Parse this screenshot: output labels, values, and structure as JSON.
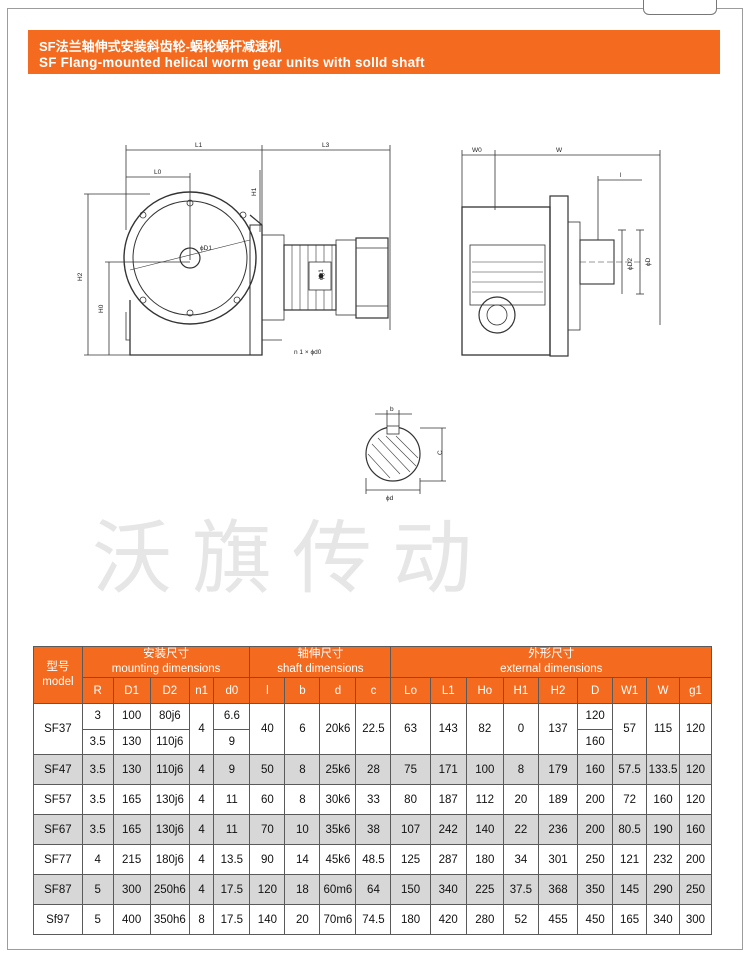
{
  "title": {
    "cn": "SF法兰轴伸式安装斜齿轮-蜗轮蜗杆减速机",
    "en": "SF Flang-mounted helical worm gear units with solld shaft"
  },
  "watermark": "沃旗传动",
  "drawing_labels": {
    "L1": "L1",
    "L3": "L3",
    "L0": "L0",
    "H1": "H1",
    "H2": "H2",
    "H0": "H0",
    "D1": "ϕD1",
    "g1": "ϕg1",
    "n_d0": "n 1 × ϕd0",
    "W0": "W0",
    "W": "W",
    "l": "l",
    "D2": "ϕD2",
    "D": "ϕD",
    "b": "b",
    "C": "C",
    "d": "ϕd"
  },
  "table": {
    "model_header": {
      "cn": "型号",
      "en": "model"
    },
    "groups": [
      {
        "cn": "安装尺寸",
        "en": "mounting dimensions"
      },
      {
        "cn": "轴伸尺寸",
        "en": "shaft dimensions"
      },
      {
        "cn": "外形尺寸",
        "en": "external dimensions"
      }
    ],
    "columns": {
      "R": "R",
      "D1": "D1",
      "D2": "D2",
      "n1": "n1",
      "d0": "d0",
      "l": "l",
      "b": "b",
      "d": "d",
      "c": "c",
      "Lo": "Lo",
      "L1": "L1",
      "Ho": "Ho",
      "H1": "H1",
      "H2": "H2",
      "D": "D",
      "W1": "W1",
      "W": "W",
      "g1": "g1"
    },
    "sf37": {
      "model": "SF37",
      "R": [
        "3",
        "3.5"
      ],
      "D1": [
        "100",
        "130"
      ],
      "D2": [
        "80j6",
        "110j6"
      ],
      "n1": "4",
      "d0": [
        "6.6",
        "9"
      ],
      "l": "40",
      "b": "6",
      "d": "20k6",
      "c": "22.5",
      "Lo": "63",
      "L1": "143",
      "Ho": "82",
      "H1": "0",
      "H2": "137",
      "D": [
        "120",
        "160"
      ],
      "W1": "57",
      "W": "115",
      "g1": "120"
    },
    "rows": [
      {
        "model": "SF47",
        "R": "3.5",
        "D1": "130",
        "D2": "110j6",
        "n1": "4",
        "d0": "9",
        "l": "50",
        "b": "8",
        "d": "25k6",
        "c": "28",
        "Lo": "75",
        "L1": "171",
        "Ho": "100",
        "H1": "8",
        "H2": "179",
        "D": "160",
        "W1": "57.5",
        "W": "133.5",
        "g1": "120"
      },
      {
        "model": "SF57",
        "R": "3.5",
        "D1": "165",
        "D2": "130j6",
        "n1": "4",
        "d0": "11",
        "l": "60",
        "b": "8",
        "d": "30k6",
        "c": "33",
        "Lo": "80",
        "L1": "187",
        "Ho": "112",
        "H1": "20",
        "H2": "189",
        "D": "200",
        "W1": "72",
        "W": "160",
        "g1": "120"
      },
      {
        "model": "SF67",
        "R": "3.5",
        "D1": "165",
        "D2": "130j6",
        "n1": "4",
        "d0": "11",
        "l": "70",
        "b": "10",
        "d": "35k6",
        "c": "38",
        "Lo": "107",
        "L1": "242",
        "Ho": "140",
        "H1": "22",
        "H2": "236",
        "D": "200",
        "W1": "80.5",
        "W": "190",
        "g1": "160"
      },
      {
        "model": "SF77",
        "R": "4",
        "D1": "215",
        "D2": "180j6",
        "n1": "4",
        "d0": "13.5",
        "l": "90",
        "b": "14",
        "d": "45k6",
        "c": "48.5",
        "Lo": "125",
        "L1": "287",
        "Ho": "180",
        "H1": "34",
        "H2": "301",
        "D": "250",
        "W1": "121",
        "W": "232",
        "g1": "200"
      },
      {
        "model": "SF87",
        "R": "5",
        "D1": "300",
        "D2": "250h6",
        "n1": "4",
        "d0": "17.5",
        "l": "120",
        "b": "18",
        "d": "60m6",
        "c": "64",
        "Lo": "150",
        "L1": "340",
        "Ho": "225",
        "H1": "37.5",
        "H2": "368",
        "D": "350",
        "W1": "145",
        "W": "290",
        "g1": "250"
      },
      {
        "model": "Sf97",
        "R": "5",
        "D1": "400",
        "D2": "350h6",
        "n1": "8",
        "d0": "17.5",
        "l": "140",
        "b": "20",
        "d": "70m6",
        "c": "74.5",
        "Lo": "180",
        "L1": "420",
        "Ho": "280",
        "H1": "52",
        "H2": "455",
        "D": "450",
        "W1": "165",
        "W": "340",
        "g1": "300"
      }
    ]
  },
  "colors": {
    "accent": "#f46a1e",
    "row_shade": "#d7d7d7",
    "border": "#5a5a5a"
  }
}
